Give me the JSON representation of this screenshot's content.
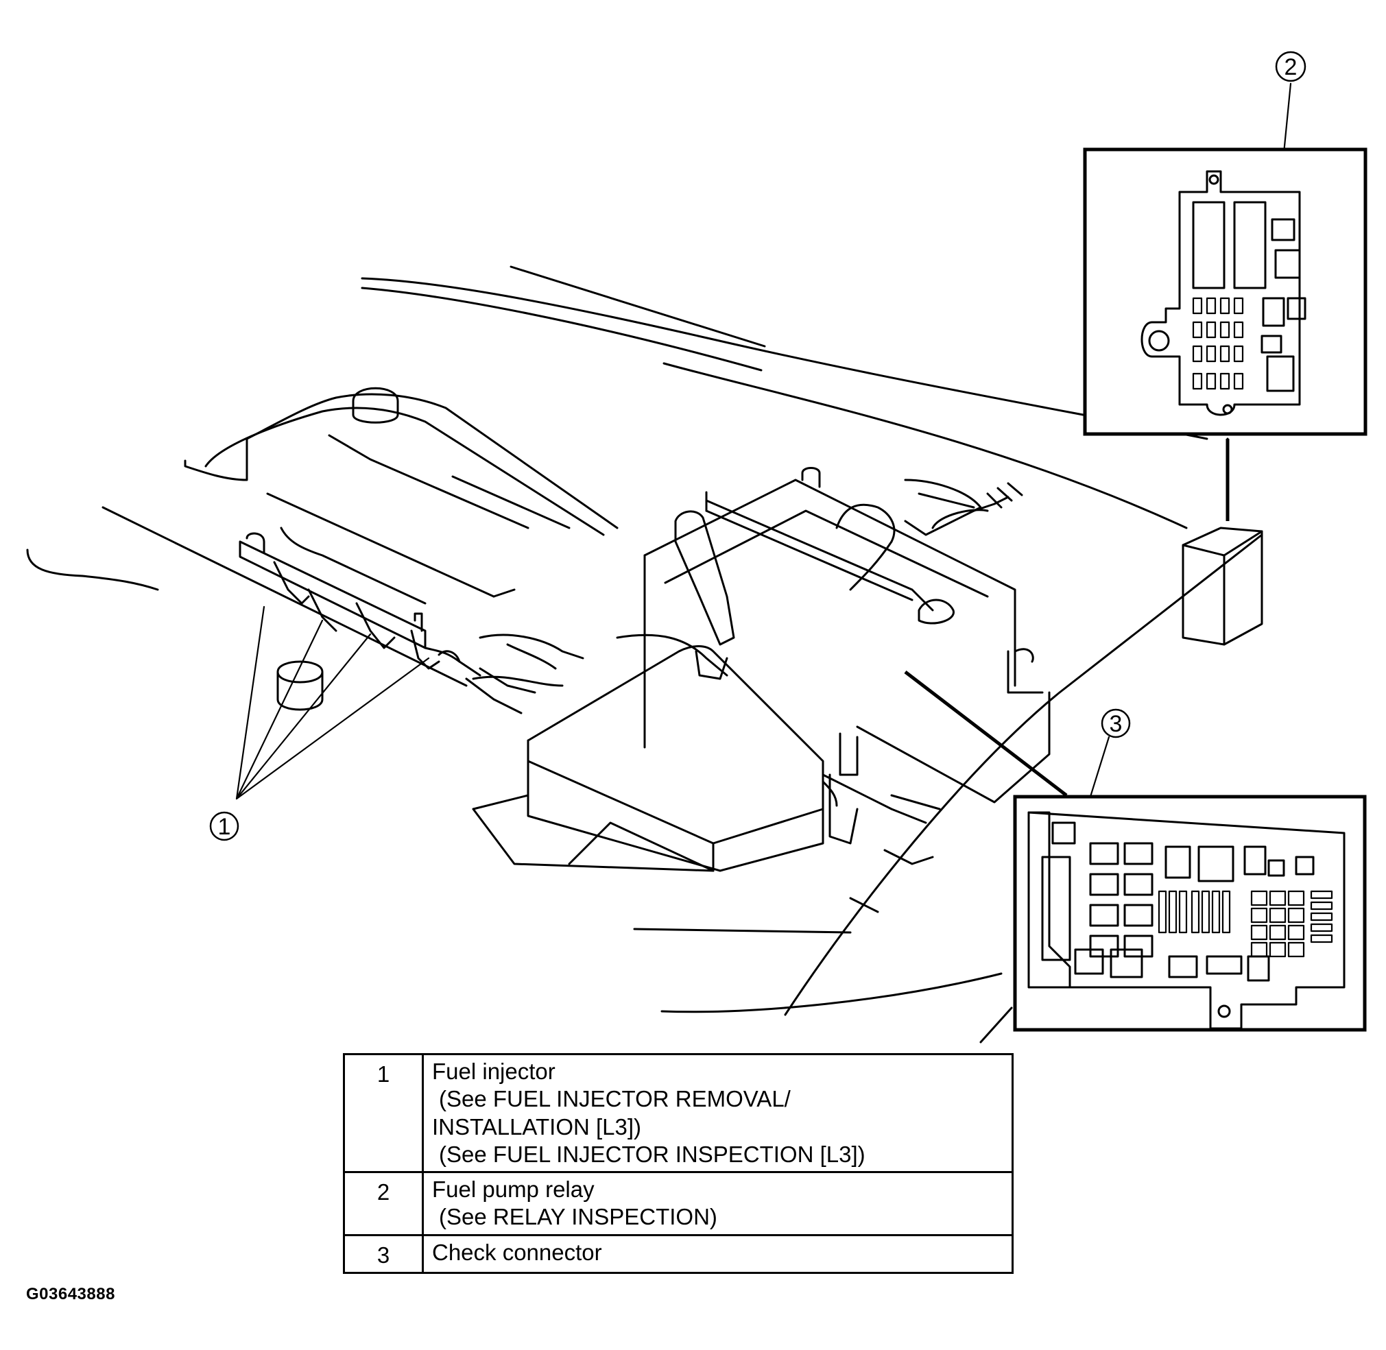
{
  "callouts": {
    "injector": "1",
    "relay": "2",
    "connector": "3"
  },
  "legend": [
    {
      "number": "1",
      "name": "Fuel injector",
      "refs": [
        "(See  FUEL INJECTOR REMOVAL/",
        "INSTALLATION [L3])",
        "(See  FUEL INJECTOR INSPECTION [L3])"
      ]
    },
    {
      "number": "2",
      "name": "Fuel pump relay",
      "refs": [
        "(See RELAY INSPECTION)"
      ]
    },
    {
      "number": "3",
      "name": "Check connector",
      "refs": []
    }
  ],
  "image_code": "G03643888"
}
